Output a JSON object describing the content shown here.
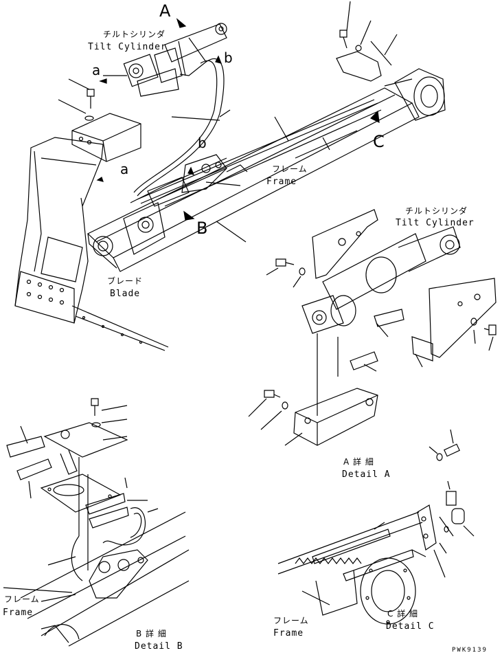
{
  "labels": {
    "tilt_cylinder_jp_top": "チルトシリンダ",
    "tilt_cylinder_en_top": "Tilt Cylinder",
    "tilt_cylinder_jp_right": "チルトシリンダ",
    "tilt_cylinder_en_right": "Tilt Cylinder",
    "frame_jp_main": "フレーム",
    "frame_en_main": "Frame",
    "blade_jp": "ブレード",
    "blade_en": "Blade",
    "frame_jp_b": "フレーム",
    "frame_en_b": "Frame",
    "frame_jp_c": "フレーム",
    "frame_en_c": "Frame",
    "detail_a_jp": "A 詳 細",
    "detail_a_en": "Detail A",
    "detail_b_jp": "B 詳 細",
    "detail_b_en": "Detail B",
    "detail_c_jp": "C 詳 細",
    "detail_c_en": "Detail C"
  },
  "view_markers": {
    "A": "A",
    "B": "B",
    "C": "C",
    "a_left": "a",
    "a_blade": "a",
    "b_top": "b",
    "b_mid": "b"
  },
  "drawing_code": "PWK9139"
}
